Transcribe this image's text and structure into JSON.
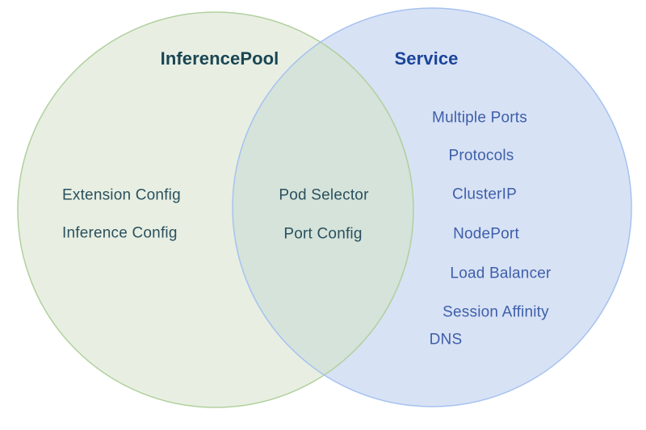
{
  "diagram": {
    "type": "venn",
    "left": {
      "title": "InferencePool",
      "items": [
        "Extension Config",
        "Inference Config"
      ]
    },
    "overlap": {
      "items": [
        "Pod Selector",
        "Port Config"
      ]
    },
    "right": {
      "title": "Service",
      "items": [
        "Multiple Ports",
        "Protocols",
        "ClusterIP",
        "NodePort",
        "Load Balancer",
        "Session Affinity",
        "DNS"
      ]
    }
  },
  "colors": {
    "left-fill": "#e8efe2",
    "left-border": "#b0d09e",
    "left-title": "#1a4654",
    "left-text": "#2a505e",
    "right-fill": "#d8e2f5",
    "right-border": "#a6c2f0",
    "right-title": "#1a449a",
    "right-text": "#3d5fa9",
    "overlap-fill": "#d5e3da",
    "background": "#ffffff"
  }
}
